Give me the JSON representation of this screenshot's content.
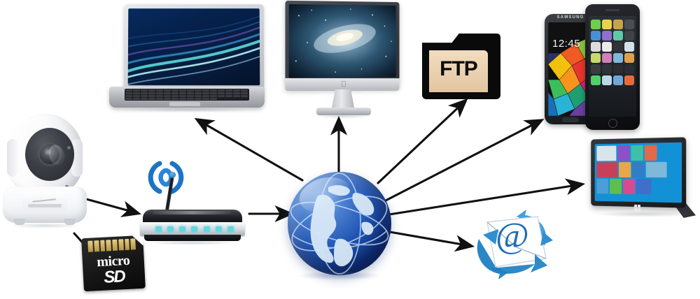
{
  "diagram": {
    "title": "IP Camera Network Connectivity Diagram",
    "background_color": "#ffffff",
    "accent_blue": "#1f6ea8",
    "globe_blue": "#2256b4",
    "arrow_color": "#111111",
    "nodes": [
      {
        "id": "camera",
        "name": "IP Security Camera",
        "label": "",
        "kind": "device"
      },
      {
        "id": "sdcard",
        "name": "microSD Memory Card",
        "label": "micro SD",
        "kind": "storage"
      },
      {
        "id": "router",
        "name": "Wireless Router",
        "label": "",
        "kind": "network"
      },
      {
        "id": "globe",
        "name": "Internet",
        "label": "",
        "kind": "cloud"
      },
      {
        "id": "laptop",
        "name": "Laptop Computer",
        "label": "",
        "kind": "client"
      },
      {
        "id": "imac",
        "name": "Desktop iMac",
        "label": "",
        "kind": "client"
      },
      {
        "id": "ftp",
        "name": "FTP Server Folder",
        "label": "FTP",
        "kind": "server"
      },
      {
        "id": "phones",
        "name": "Smartphones",
        "label": "",
        "kind": "client"
      },
      {
        "id": "tablet",
        "name": "Windows Tablet",
        "label": "",
        "kind": "client"
      },
      {
        "id": "email",
        "name": "Email",
        "label": "@",
        "kind": "service"
      }
    ],
    "connections": [
      {
        "from": "camera",
        "to": "router",
        "direction": "one-way"
      },
      {
        "from": "camera",
        "to": "sdcard",
        "direction": "one-way"
      },
      {
        "from": "router",
        "to": "globe",
        "direction": "one-way"
      },
      {
        "from": "globe",
        "to": "laptop",
        "direction": "one-way"
      },
      {
        "from": "globe",
        "to": "imac",
        "direction": "one-way"
      },
      {
        "from": "globe",
        "to": "ftp",
        "direction": "one-way"
      },
      {
        "from": "globe",
        "to": "phones",
        "direction": "one-way"
      },
      {
        "from": "globe",
        "to": "tablet",
        "direction": "one-way"
      },
      {
        "from": "globe",
        "to": "email",
        "direction": "one-way"
      }
    ]
  },
  "sdcard": {
    "line1": "micro",
    "line2": "SD"
  },
  "ftp": {
    "label": "FTP"
  },
  "phones": {
    "samsung_brand": "SAMSUNG",
    "samsung_time": "12:45"
  },
  "router": {
    "led_count": 7,
    "led_color": "#63d7e0",
    "wifi_wave_color": "#1b74c4"
  },
  "email": {
    "at_symbol": "@",
    "arrow_color": "#1f7fc2"
  },
  "imac": {
    "apple_logo": "\u0001"
  }
}
